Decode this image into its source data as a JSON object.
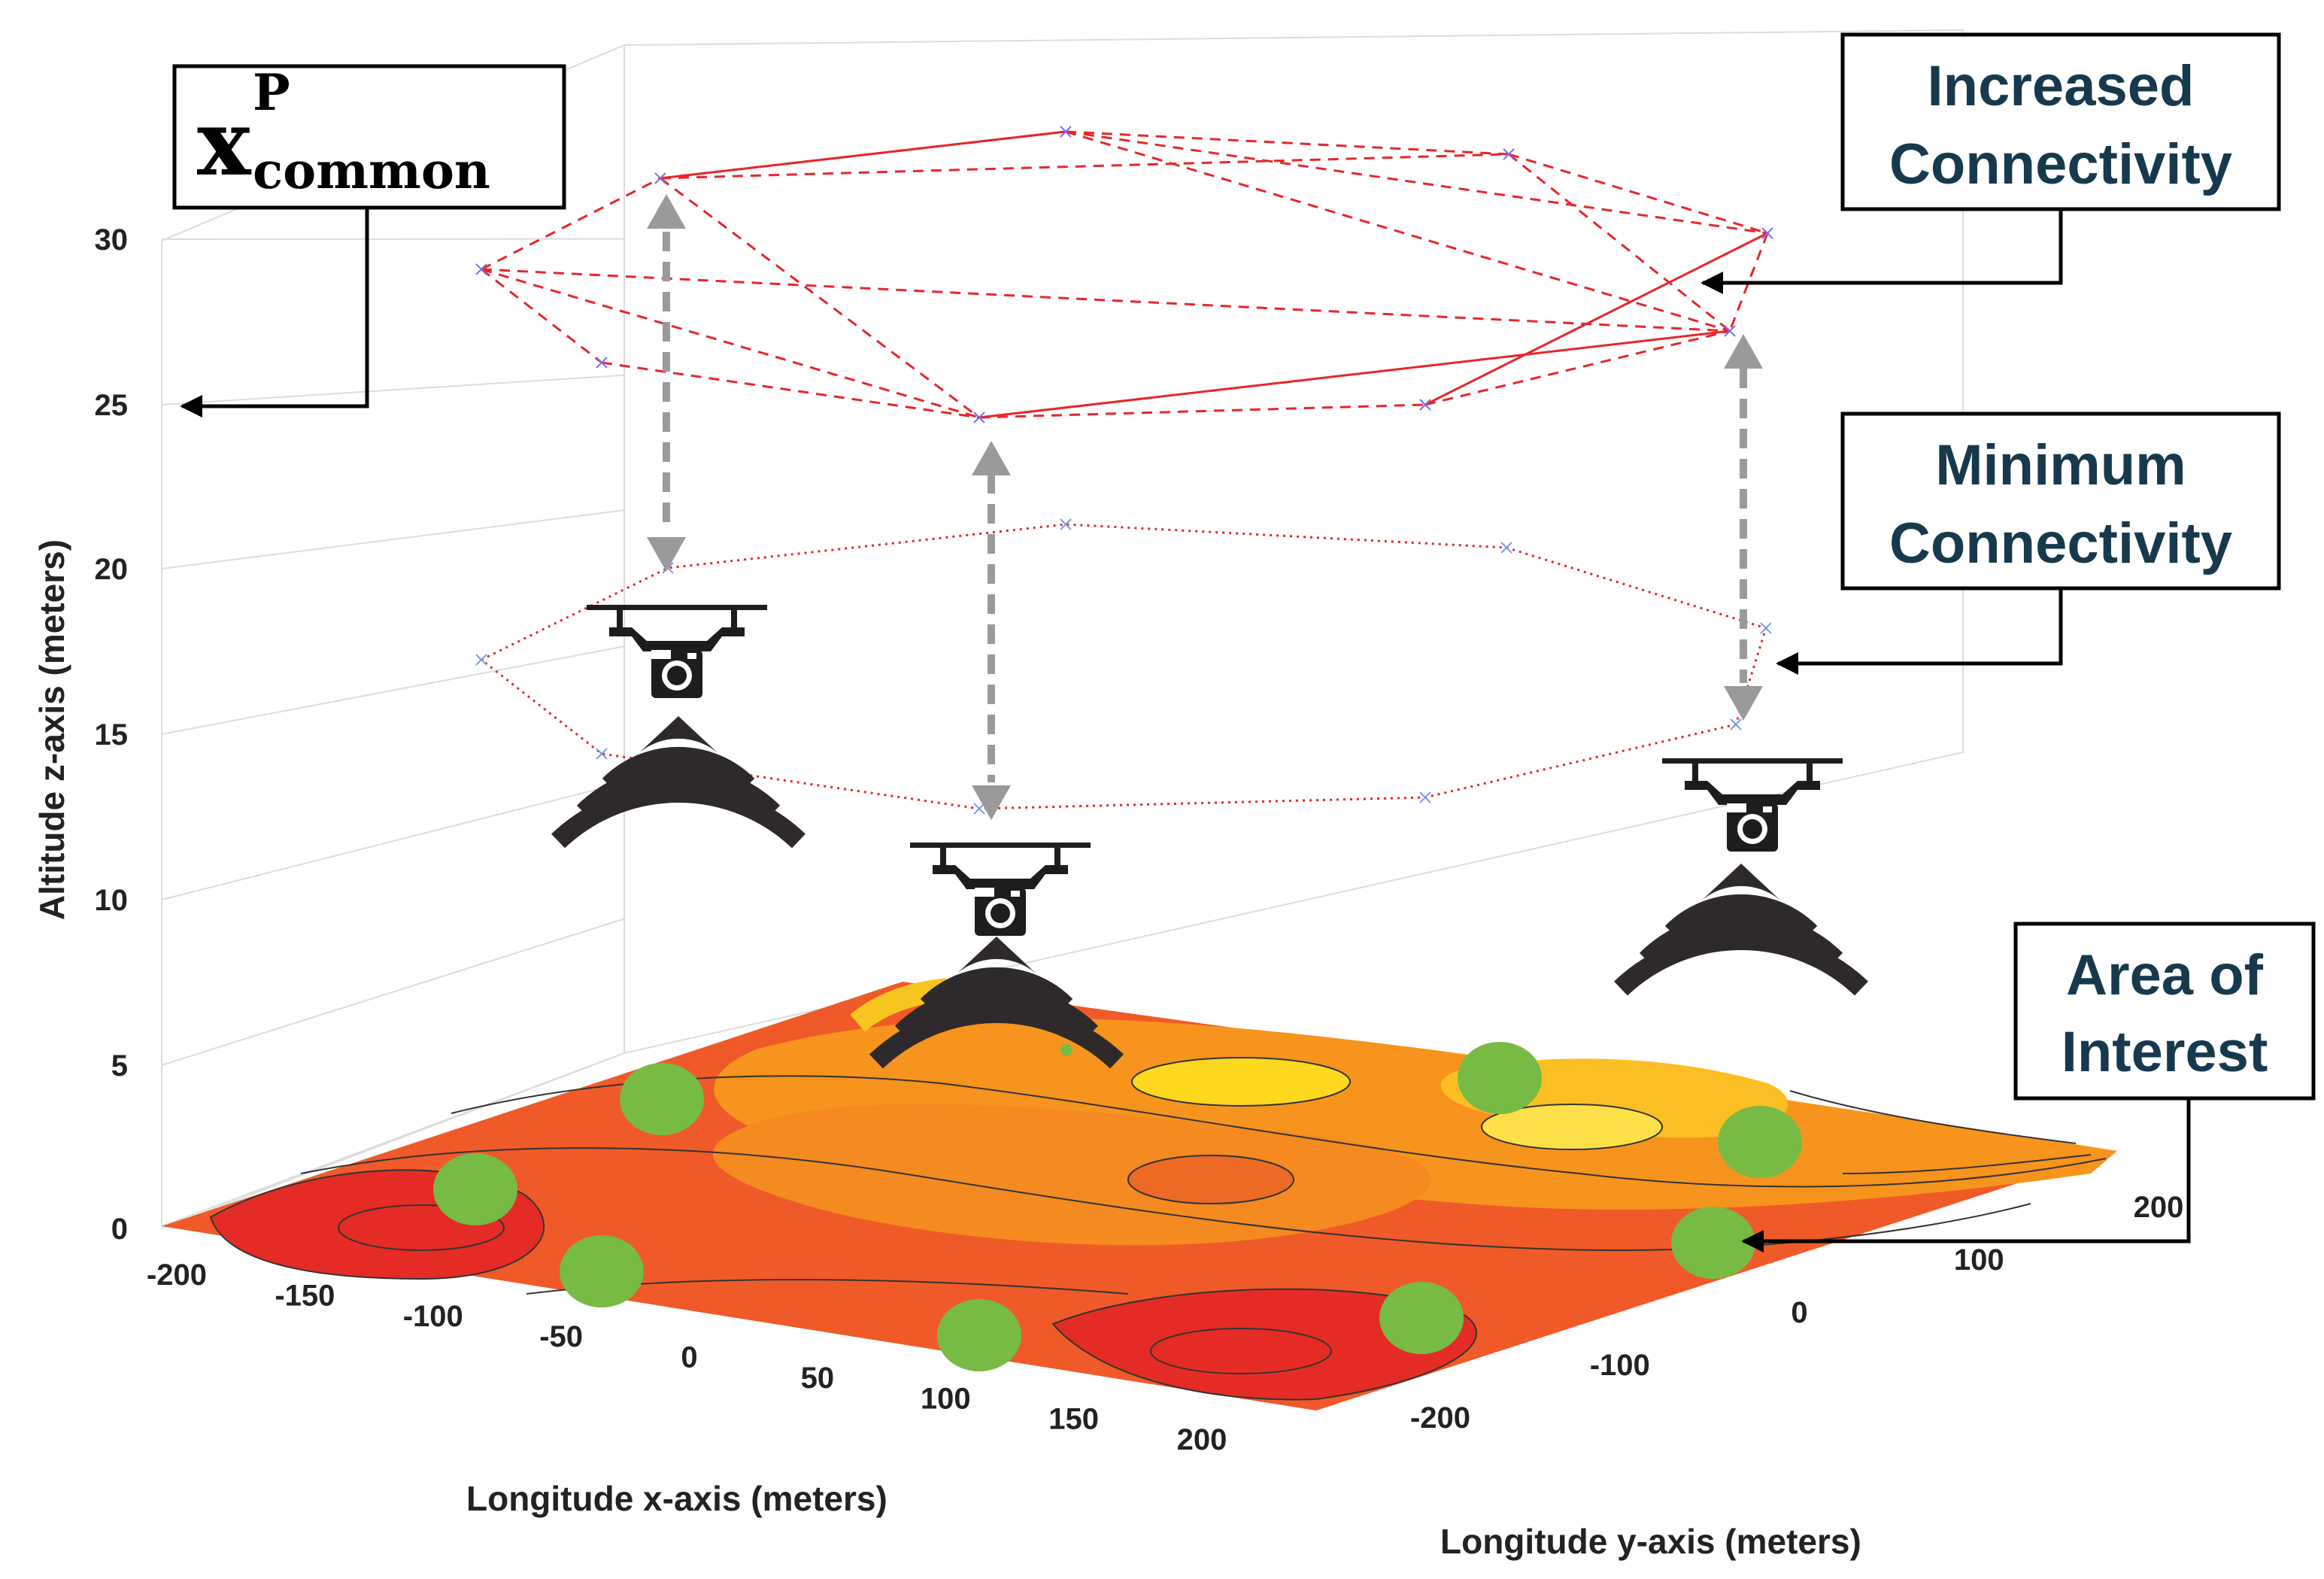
{
  "axes": {
    "z_label": "Altitude z-axis (meters)",
    "x_label": "Longitude x-axis (meters)",
    "y_label": "Longitude y-axis (meters)",
    "z_ticks": [
      "0",
      "5",
      "10",
      "15",
      "20",
      "25",
      "30"
    ],
    "x_ticks": [
      "-200",
      "-150",
      "-100",
      "-50",
      "0",
      "50",
      "100",
      "150",
      "200"
    ],
    "y_ticks": [
      "-200",
      "-100",
      "0",
      "100",
      "200"
    ]
  },
  "callouts": {
    "common": {
      "symbol": "x",
      "superscript": "P",
      "subscript": "common"
    },
    "increased": {
      "line1": "Increased",
      "line2": "Connectivity"
    },
    "minimum": {
      "line1": "Minimum",
      "line2": "Connectivity"
    },
    "area": {
      "line1": "Area of",
      "line2": "Interest"
    }
  },
  "colors": {
    "increased_links": "#e8262a",
    "minimum_links": "#e8262a",
    "arrows": "#9a9a9a",
    "drone": "#1e1c1d",
    "poi": "#77bb44",
    "callout_text": "#17394d"
  },
  "icons": {
    "drone": "quadcopter-camera-icon",
    "signal": "wifi-signal-icon",
    "poi": "point-of-interest-icon"
  }
}
